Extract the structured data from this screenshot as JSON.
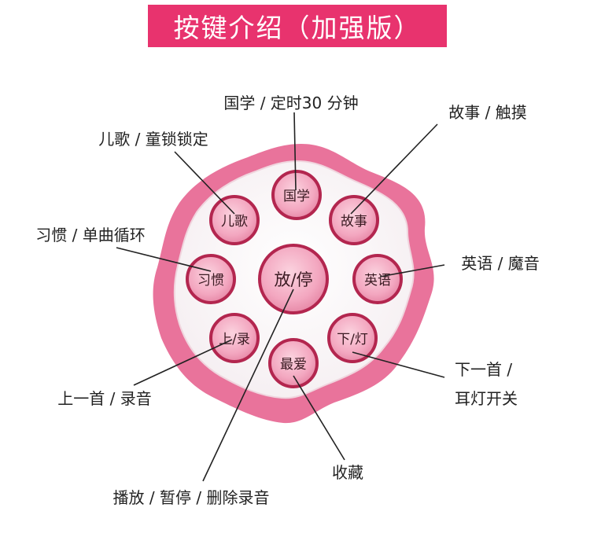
{
  "title": "按键介绍（加强版）",
  "colors": {
    "banner": "#e8336e",
    "flower": "#e9739b",
    "button": "#f3a7c0",
    "button_ring": "#b3264f",
    "leader": "#222222"
  },
  "buttons": {
    "guoxue": "国学",
    "erge": "儿歌",
    "gushi": "故事",
    "xiguan": "习惯",
    "fangting": "放/停",
    "yingyu": "英语",
    "shanglu": "上/录",
    "xiadeng": "下/灯",
    "zuiai": "最爱"
  },
  "labels": {
    "guoxue": "国学 / 定时30 分钟",
    "gushi": "故事 / 触摸",
    "erge": "儿歌 / 童锁锁定",
    "xiguan": "习惯 / 单曲循环",
    "yingyu": "英语 / 魔音",
    "xiadeng_line1": "下一首 /",
    "xiadeng_line2": "耳灯开关",
    "shanglu": "上一首 / 录音",
    "zuiai": "收藏",
    "fangting": "播放 / 暂停 / 删除录音"
  }
}
